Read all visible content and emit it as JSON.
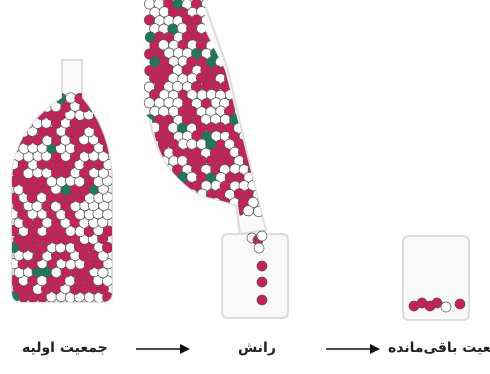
{
  "labels": {
    "initial_population": "جمعیت اولیه",
    "drift": "رانش",
    "remaining_population": "جمعیت باقی‌مانده"
  },
  "colors": {
    "red": "#cc1f55",
    "white": "#ffffff",
    "green": "#1a7a5e",
    "outline": "#555555",
    "glass": "#dddddd",
    "arrow": "#111111"
  },
  "icons": [
    "right-arrow-icon",
    "right-arrow-icon"
  ],
  "diagram": {
    "stages": [
      "full bottle",
      "tilted bottle pouring into cup",
      "small cup with remaining beads"
    ],
    "arrows": 2
  }
}
